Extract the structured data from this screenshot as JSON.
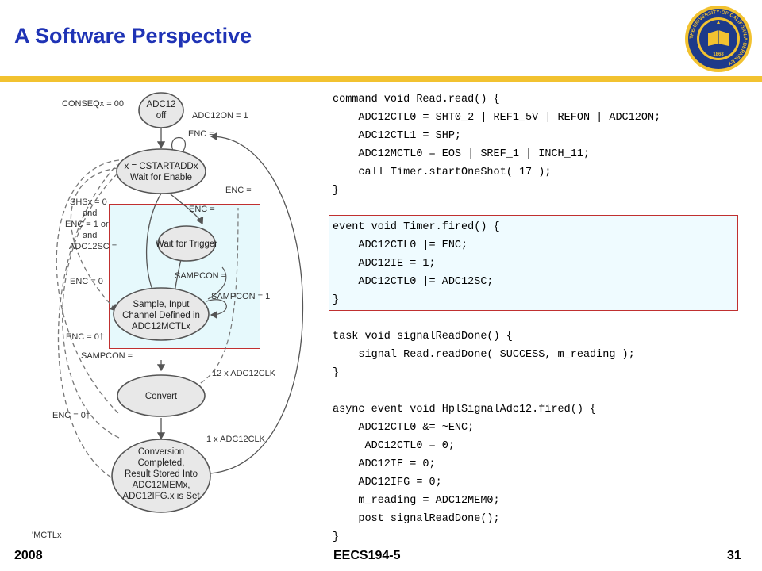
{
  "slide": {
    "title": "A Software Perspective",
    "footer_left": "2008",
    "footer_center": "EECS194-5",
    "footer_right": "31"
  },
  "colors": {
    "title": "#1f33b5",
    "accent_bar": "#f2c230",
    "seal": "#1d3a8a",
    "highlight_border": "#c03030"
  },
  "seal": {
    "icon": "university-seal-icon",
    "text": "THE·UNIVERSITY·OF·CALIFORNIA·BERKELEY",
    "year": "1868"
  },
  "diagram": {
    "states": [
      {
        "id": "off",
        "lines": [
          "ADC12",
          "off"
        ]
      },
      {
        "id": "wait-enable",
        "lines": [
          "x = CSTARTADDx",
          "Wait for Enable"
        ]
      },
      {
        "id": "wait-trigger",
        "lines": [
          "Wait for Trigger"
        ]
      },
      {
        "id": "sample",
        "lines": [
          "Sample, Input",
          "Channel Defined in",
          "ADC12MCTLx"
        ]
      },
      {
        "id": "convert",
        "lines": [
          "Convert"
        ]
      },
      {
        "id": "complete",
        "lines": [
          "Conversion",
          "Completed,",
          "Result Stored Into",
          "ADC12MEMx,",
          "ADC12IFG.x is Set"
        ]
      }
    ],
    "labels": {
      "conseq": "CONSEQx = 00",
      "adc12on": "ADC12ON = 1",
      "enc_off_top": "ENC =",
      "enc_right": "ENC =",
      "enc_inner": "ENC =",
      "shs": "SHSx = 0",
      "and1": "and",
      "enc1": "ENC = 1 or",
      "and2": "and",
      "adc12sc": "ADC12SC =",
      "enc0_a": "ENC = 0",
      "sampcon_a": "SAMPCON =",
      "sampcon_b": "SAMPCON = 1",
      "enc0_b": "ENC = 0†",
      "sampcon_c": "SAMPCON =",
      "clk12": "12 x ADC12CLK",
      "enc0_c": "ENC = 0†",
      "clk1": "1 x ADC12CLK",
      "mctl": "'MCTLx"
    }
  },
  "code": {
    "lines": [
      "command void Read.read() {",
      "    ADC12CTL0 = SHT0_2 | REF1_5V | REFON | ADC12ON;",
      "    ADC12CTL1 = SHP;",
      "    ADC12MCTL0 = EOS | SREF_1 | INCH_11;",
      "    call Timer.startOneShot( 17 );",
      "}",
      "",
      "event void Timer.fired() {",
      "    ADC12CTL0 |= ENC;",
      "    ADC12IE = 1;",
      "    ADC12CTL0 |= ADC12SC;",
      "}",
      "",
      "task void signalReadDone() {",
      "    signal Read.readDone( SUCCESS, m_reading );",
      "}",
      "",
      "async event void HplSignalAdc12.fired() {",
      "    ADC12CTL0 &= ~ENC;",
      "     ADC12CTL0 = 0;",
      "    ADC12IE = 0;",
      "    ADC12IFG = 0;",
      "    m_reading = ADC12MEM0;",
      "    post signalReadDone();",
      "}"
    ]
  }
}
